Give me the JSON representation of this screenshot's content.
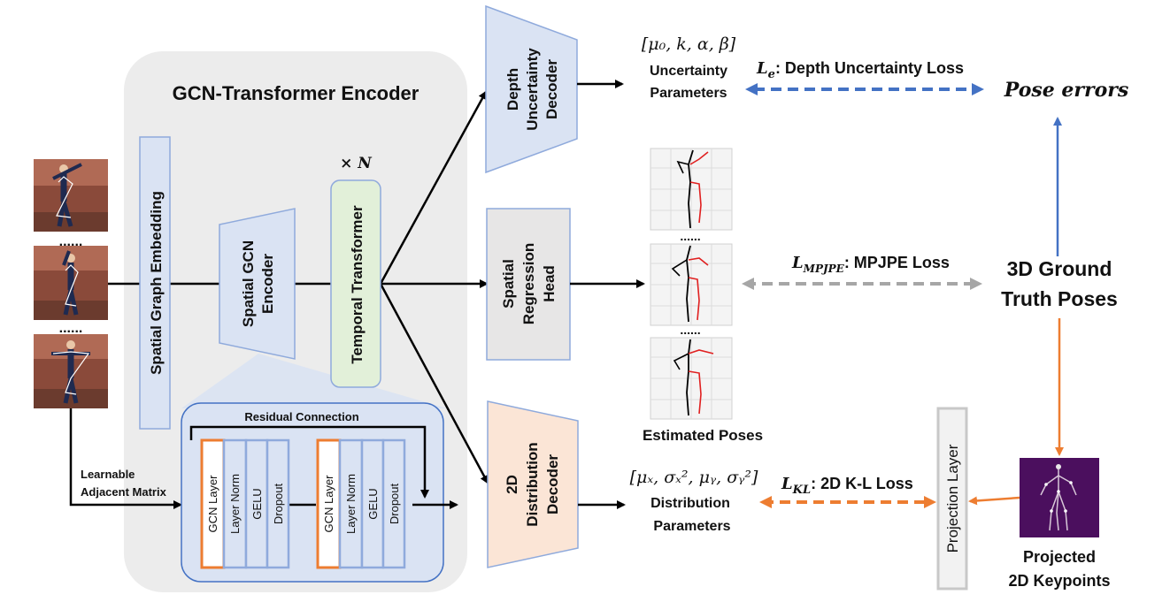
{
  "encoder": {
    "title": "GCN-Transformer Encoder",
    "spatial_graph_embedding": "Spatial Graph Embedding",
    "spatial_gcn_encoder_line1": "Spatial GCN",
    "spatial_gcn_encoder_line2": "Encoder",
    "temporal_transformer": "Temporal Transformer",
    "repeat_label": "× N"
  },
  "input": {
    "ellipsis": "......",
    "learnable_line1": "Learnable",
    "learnable_line2": "Adjacent Matrix"
  },
  "gcn_block": {
    "residual_connection": "Residual Connection",
    "layers": [
      "GCN Layer",
      "Layer Norm",
      "GELU",
      "Dropout"
    ]
  },
  "heads": {
    "depth_decoder": [
      "Depth",
      "Uncertainty",
      "Decoder"
    ],
    "regression_head": [
      "Spatial",
      "Regression",
      "Head"
    ],
    "distribution_decoder": [
      "2D",
      "Distribution",
      "Decoder"
    ]
  },
  "outputs": {
    "uncertainty_params_formula": "[μ₀, k, α, β]",
    "uncertainty_params_line1": "Uncertainty",
    "uncertainty_params_line2": "Parameters",
    "distribution_params_formula": "[μₓ, σₓ², μᵧ, σᵧ²]",
    "distribution_params_line1": "Distribution",
    "distribution_params_line2": "Parameters",
    "estimated_poses": "Estimated Poses",
    "ellipsis": "......"
  },
  "losses": {
    "depth_symbol": "L",
    "depth_sub": "e",
    "depth_text": ": Depth Uncertainty Loss",
    "mpjpe_symbol": "L",
    "mpjpe_sub": "MPJPE",
    "mpjpe_text": ": MPJPE Loss",
    "kl_symbol": "L",
    "kl_sub": "KL",
    "kl_text": ": 2D K-L Loss"
  },
  "targets": {
    "pose_errors": "Pose errors",
    "ground_truth_line1": "3D Ground",
    "ground_truth_line2": "Truth Poses",
    "projection_layer": "Projection Layer",
    "projected_line1": "Projected",
    "projected_line2": "2D Keypoints"
  },
  "colors": {
    "blue_arrow": "#4472c4",
    "gray_arrow": "#a6a6a6",
    "orange_arrow": "#ed7d31",
    "gcn_layer_border": "#ed7d31",
    "norm_border": "#8faadc",
    "encoder_bg": "#ececec",
    "block_fill": "#dae3f3",
    "temporal_fill": "#e2f0d9",
    "distribution_fill": "#fbe5d6",
    "regression_fill": "#e7e6e6",
    "keypoint_bg": "#4b0f5e"
  }
}
